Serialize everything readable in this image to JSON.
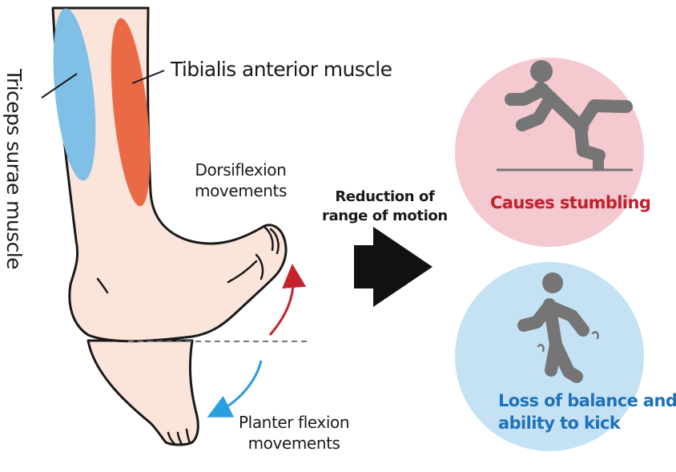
{
  "labels": {
    "triceps": "Triceps surae muscle",
    "tibialis": "Tibialis anterior muscle",
    "dorsiflexion_line1": "Dorsiflexion",
    "dorsiflexion_line2": "movements",
    "planter_line1": "Planter flexion",
    "planter_line2": "movements",
    "reduction_line1": "Reduction of",
    "reduction_line2": "range of motion"
  },
  "effects": {
    "stumbling": "Causes stumbling",
    "balance_line1": "Loss of balance and",
    "balance_line2": "ability to kick"
  },
  "colors": {
    "skin": "#fbe4da",
    "outline": "#1a1a1a",
    "triceps_muscle": "#80bfe6",
    "tibialis_muscle": "#ea6a45",
    "dorsiflexion_arrow": "#c4232e",
    "planter_arrow": "#2a9fe0",
    "big_arrow": "#111111",
    "stumble_circle": "#f4c9cf",
    "balance_circle": "#c5e2f5",
    "overlap": "#cfcfd5",
    "figure": "#757575",
    "stumbling_text": "#c3202d",
    "balance_text": "#1f72b8"
  },
  "icons": {
    "stumble": "falling-person-icon",
    "balance": "unsteady-person-icon"
  }
}
